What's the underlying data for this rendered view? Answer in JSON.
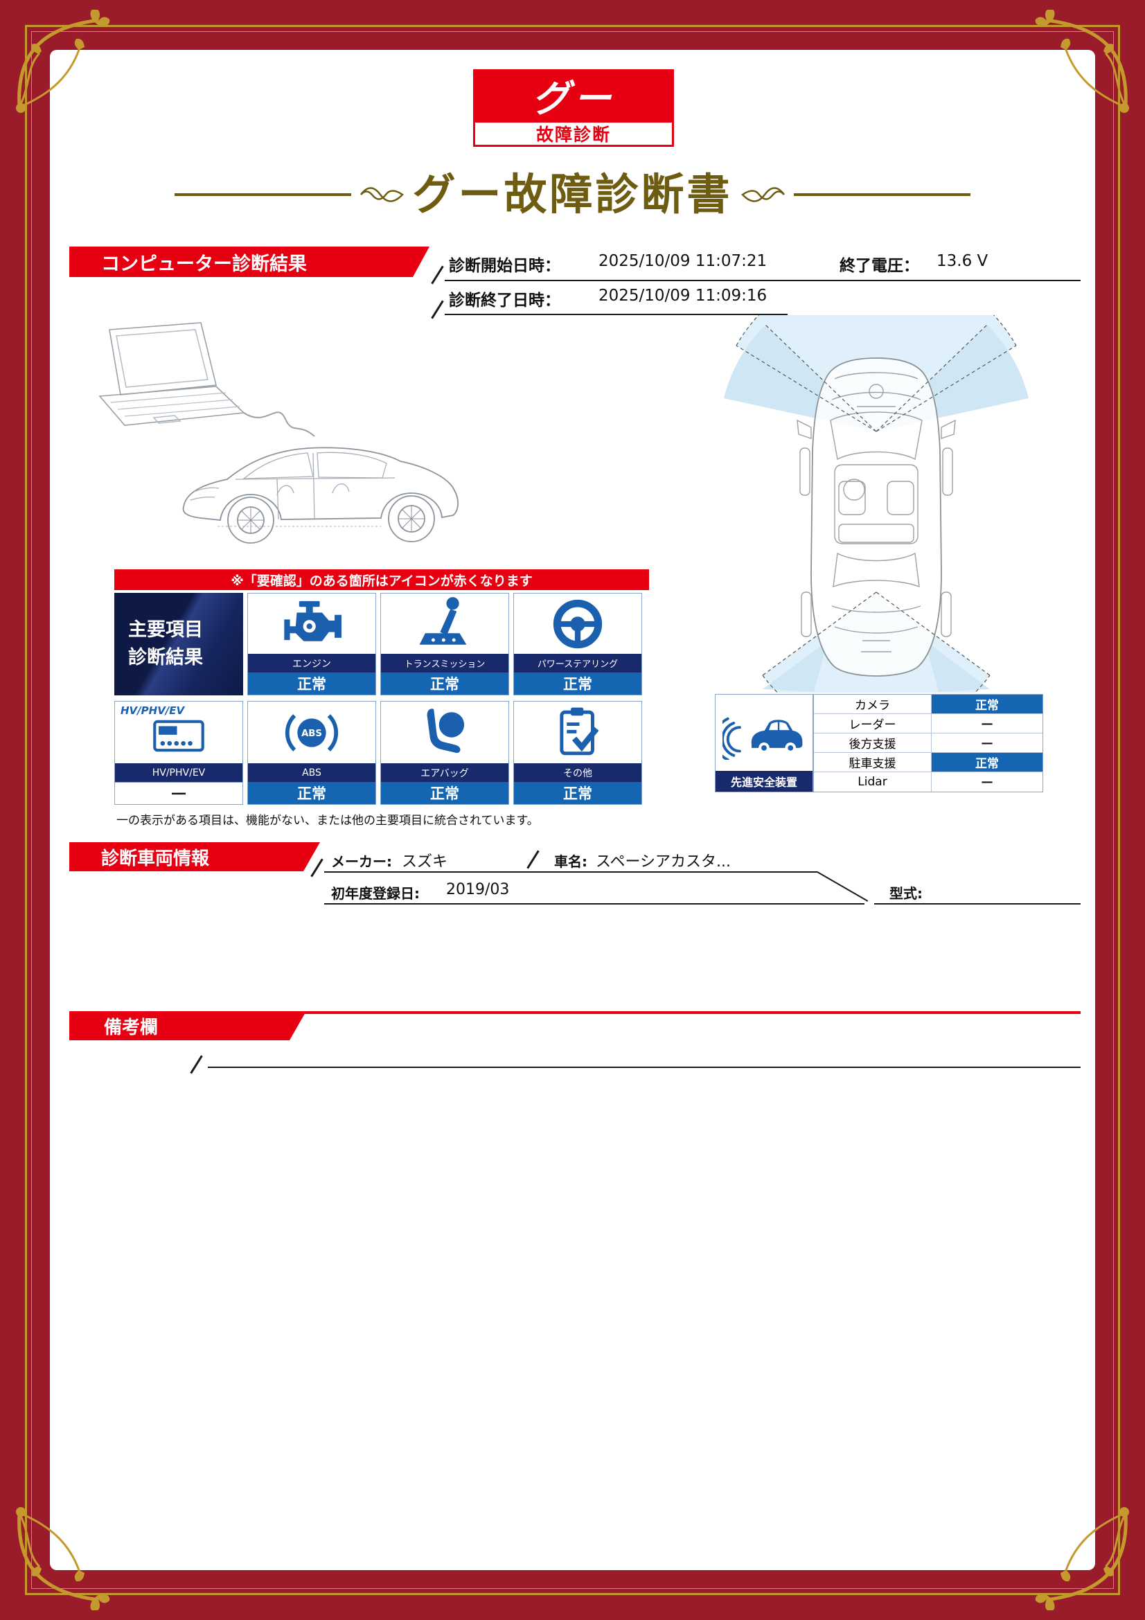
{
  "logo": {
    "main": "グー",
    "sub": "故障診断"
  },
  "title": "グー故障診断書",
  "diagnosis": {
    "banner": "コンピューター診断結果",
    "start_label": "診断開始日時：",
    "start_value": "2025/10/09 11:07:21",
    "voltage_label": "終了電圧：",
    "voltage_value": "13.6 V",
    "end_label": "診断終了日時：",
    "end_value": "2025/10/09 11:09:16"
  },
  "notice": "※「要確認」のある箇所はアイコンが赤くなります",
  "main_results": {
    "header_line1": "主要項目",
    "header_line2": "診断結果",
    "abs_icon_text": "ABS",
    "items": [
      {
        "label": "エンジン",
        "status": "正常",
        "icon": "engine-icon"
      },
      {
        "label": "トランスミッション",
        "status": "正常",
        "icon": "transmission-icon"
      },
      {
        "label": "パワーステアリング",
        "status": "正常",
        "icon": "steering-icon"
      },
      {
        "label": "HV/PHV/EV",
        "status": "一",
        "icon": "hv-icon"
      },
      {
        "label": "ABS",
        "status": "正常",
        "icon": "abs-icon"
      },
      {
        "label": "エアバッグ",
        "status": "正常",
        "icon": "airbag-icon"
      },
      {
        "label": "その他",
        "status": "正常",
        "icon": "clipboard-icon"
      }
    ],
    "footnote": "一の表示がある項目は、機能がない、または他の主要項目に統合されています。"
  },
  "safety": {
    "label": "先進安全装置",
    "rows": [
      {
        "name": "カメラ",
        "status": "正常"
      },
      {
        "name": "レーダー",
        "status": "—"
      },
      {
        "name": "後方支援",
        "status": "—"
      },
      {
        "name": "駐車支援",
        "status": "正常"
      },
      {
        "name": "Lidar",
        "status": "—"
      }
    ]
  },
  "vehicle": {
    "banner": "診断車両情報",
    "maker_label": "メーカー:",
    "maker_value": "スズキ",
    "name_label": "車名:",
    "name_value": "スペーシアカスタ...",
    "reg_label": "初年度登録日:",
    "reg_value": "2019/03",
    "model_label": "型式:"
  },
  "remarks": {
    "banner": "備考欄"
  },
  "colors": {
    "accent_red": "#e60012",
    "status_blue": "#1566b2",
    "navy": "#182a6b",
    "frame_red": "#9a1c2a",
    "gold": "#c49a2e",
    "title_gold": "#6e5c10"
  }
}
